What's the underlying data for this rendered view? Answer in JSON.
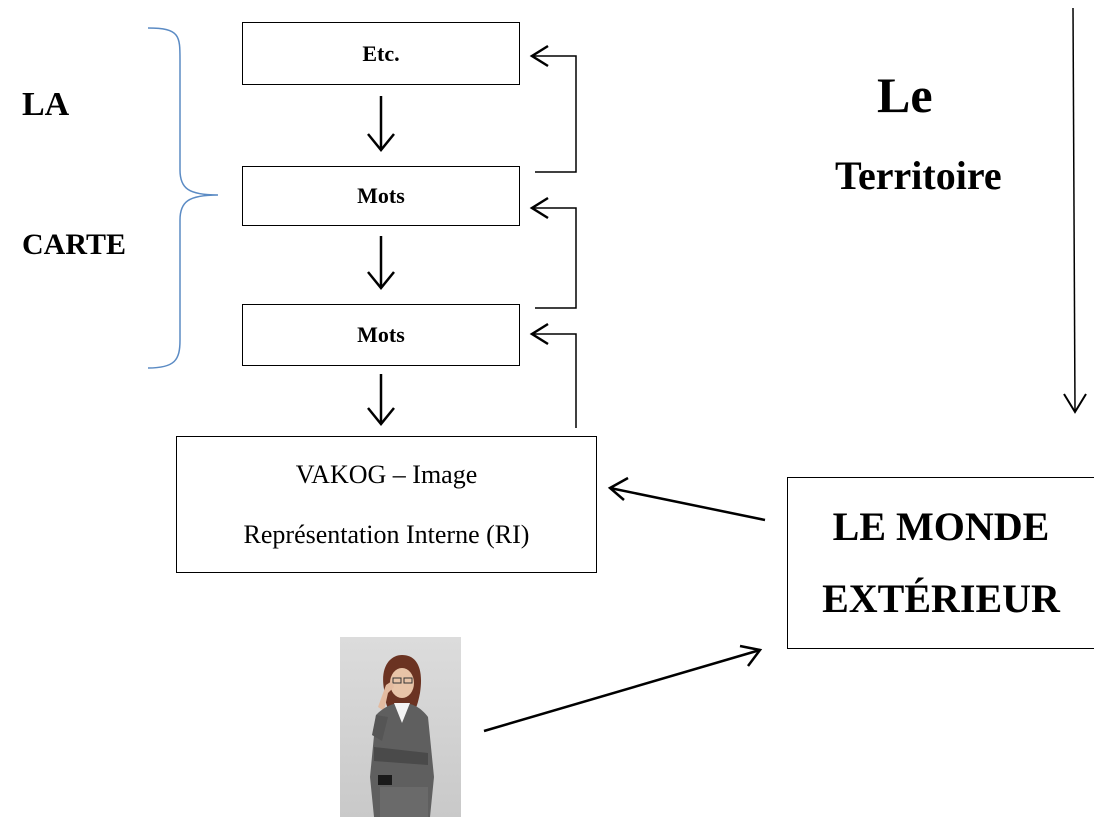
{
  "left_label": {
    "line1": "LA",
    "line2": "CARTE"
  },
  "right_label": {
    "line1": "Le",
    "line2": "Territoire"
  },
  "boxes": {
    "etc": "Etc.",
    "mots_upper": "Mots",
    "mots_lower": "Mots",
    "vakog": {
      "line1": "VAKOG – Image",
      "line2": "Représentation Interne (RI)"
    },
    "monde": {
      "line1": "LE MONDE",
      "line2": "EXTÉRIEUR"
    }
  },
  "colors": {
    "brace": "#5b8bc4",
    "lines": "#000000"
  },
  "photo": {
    "icon": "woman-in-grey-suit-photo"
  }
}
